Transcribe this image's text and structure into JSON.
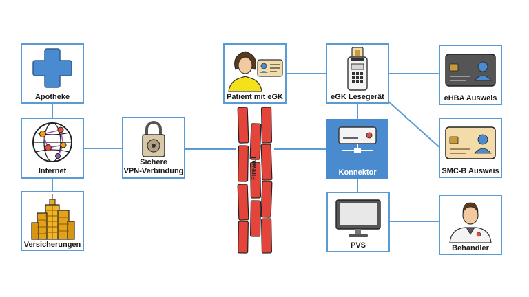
{
  "colors": {
    "border": "#5b9bd5",
    "active": "#4a8bd0",
    "firewall": "#e5443a",
    "cross": "#4a8bd0"
  },
  "nodes": {
    "apotheke": {
      "label": "Apotheke",
      "icon": "medical-cross-icon"
    },
    "internet": {
      "label": "Internet",
      "icon": "globe-network-icon"
    },
    "versicherungen": {
      "label": "Versicherungen",
      "icon": "office-building-icon"
    },
    "vpn": {
      "label_line1": "Sichere",
      "label_line2": "VPN-Verbindung",
      "icon": "padlock-icon"
    },
    "patient": {
      "label": "Patient mit eGK",
      "icon": "patient-with-card-icon"
    },
    "lesegeraet": {
      "label": "eGK Lesegerät",
      "icon": "card-reader-icon"
    },
    "konnektor": {
      "label": "Konnektor",
      "icon": "server-icon"
    },
    "pvs": {
      "label": "PVS",
      "icon": "monitor-icon"
    },
    "ehba": {
      "label": "eHBA Ausweis",
      "icon": "id-card-dark-icon"
    },
    "smcb": {
      "label": "SMC-B Ausweis",
      "icon": "id-card-light-icon"
    },
    "behandler": {
      "label": "Behandler",
      "icon": "doctor-icon"
    }
  },
  "firewall": {
    "label": "Firewall",
    "icon": "firewall-wall-icon"
  }
}
